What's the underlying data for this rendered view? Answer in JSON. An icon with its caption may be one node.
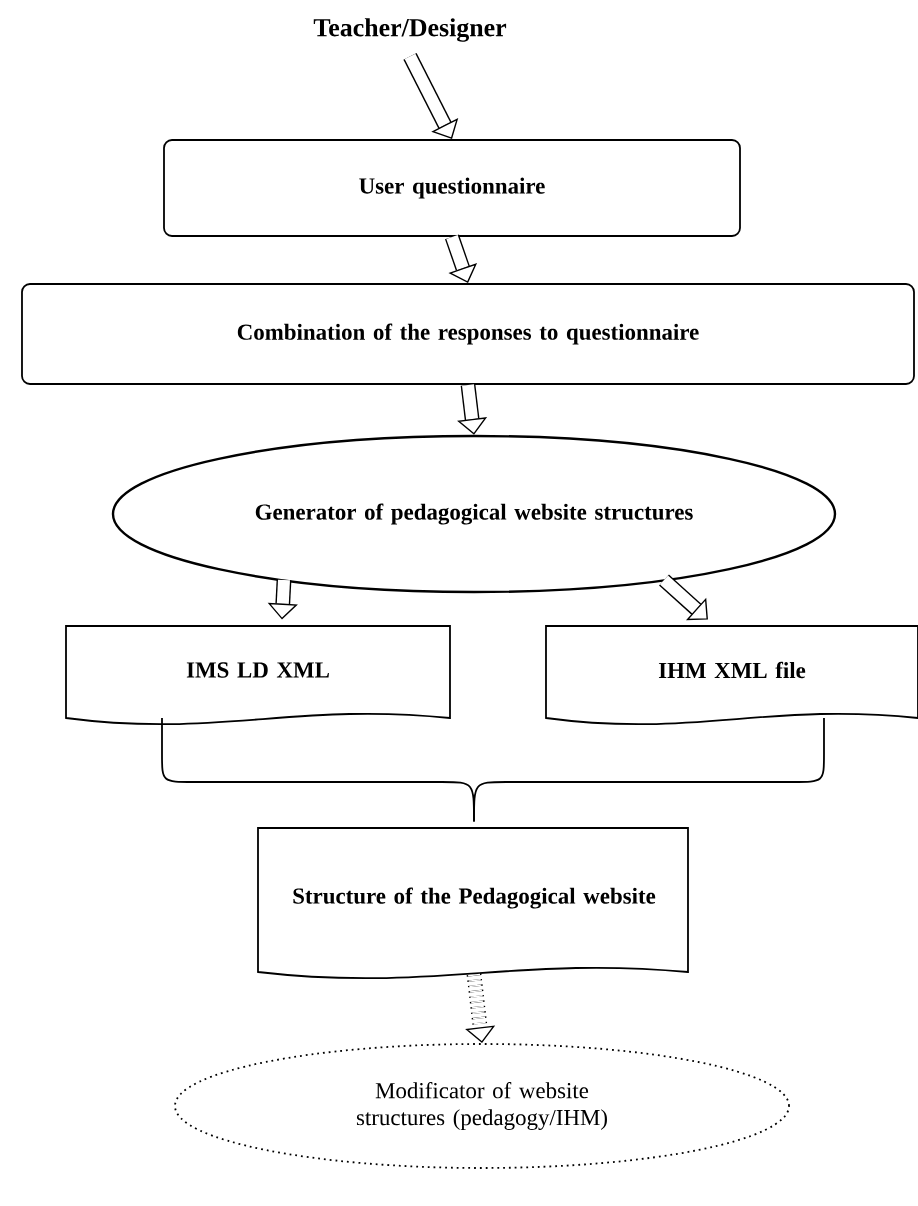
{
  "diagram": {
    "nodes": [
      {
        "text": [
          "Teacher/Designer"
        ]
      },
      {
        "text": [
          "User questionnaire"
        ]
      },
      {
        "text": [
          "Combination of the responses to questionnaire"
        ]
      },
      {
        "text": [
          "Generator of pedagogical website structures"
        ]
      },
      {
        "text": [
          "IMS LD XML"
        ]
      },
      {
        "text": [
          "IHM XML file"
        ]
      },
      {
        "text": [
          "Structure of the Pedagogical website"
        ]
      },
      {
        "text": [
          "Modificator of website structures (pedagogy/IHM)"
        ]
      }
    ],
    "edges": [
      {
        "from": 0,
        "to": 1,
        "arrow": "to"
      },
      {
        "from": 1,
        "to": 2,
        "arrow": "to"
      },
      {
        "from": 2,
        "to": 3,
        "arrow": "to"
      },
      {
        "from": 3,
        "to": 4,
        "arrow": "to"
      },
      {
        "from": 3,
        "to": 5,
        "arrow": "to"
      },
      {
        "from": 4,
        "to": 6,
        "arrow": "none"
      },
      {
        "from": 5,
        "to": 6,
        "arrow": "none"
      },
      {
        "from": 6,
        "to": 7,
        "arrow": "to",
        "style": "dashed"
      }
    ]
  }
}
